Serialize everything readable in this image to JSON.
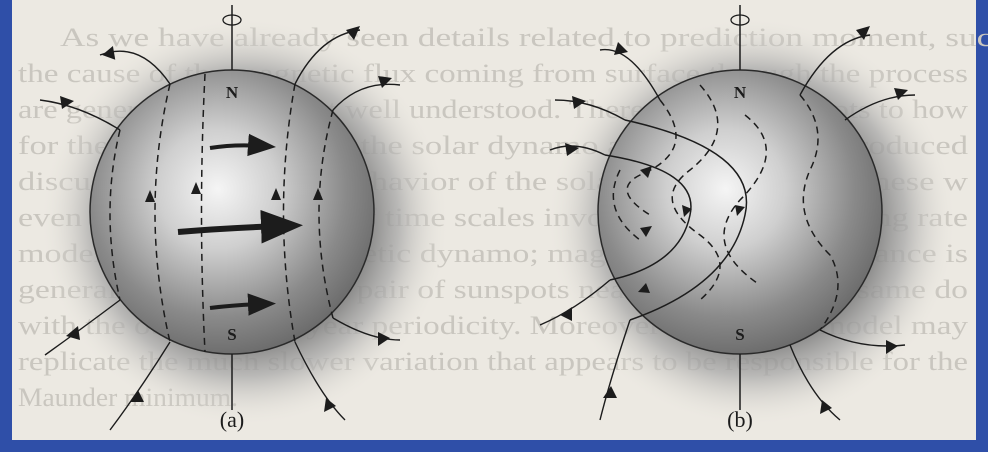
{
  "figure": {
    "panels": [
      {
        "id": "a",
        "caption": "(a)",
        "north": "N",
        "south": "S"
      },
      {
        "id": "b",
        "caption": "(b)",
        "north": "N",
        "south": "S"
      }
    ]
  },
  "background_text": {
    "lines": [
      "As we have already seen details related to prediction moment, such",
      "the cause of the magnetic flux coming from surface through the process",
      "are generated are not yet well understood. There are also attempts to how",
      "for the magnetic field in the solar dynamo and for which is produced",
      "discussion of the basic behavior of the solar dynamo, even if these w",
      "even simply the lengths of time scales involved in the penetrating rate",
      "models of the solar magnetic dynamo; magnetic flux disappearance is",
      "general, the polarity of a pair of sunspots nearly always in the same do",
      "with the observed 22-year periodicity. Moreover the current model may",
      "replicate the much slower variation that appears to be responsible for the",
      "Maunder minimum."
    ]
  },
  "colors": {
    "page_blue": "#2f4fa8",
    "paper": "#ece9e2",
    "ink": "#1c1c1c"
  }
}
